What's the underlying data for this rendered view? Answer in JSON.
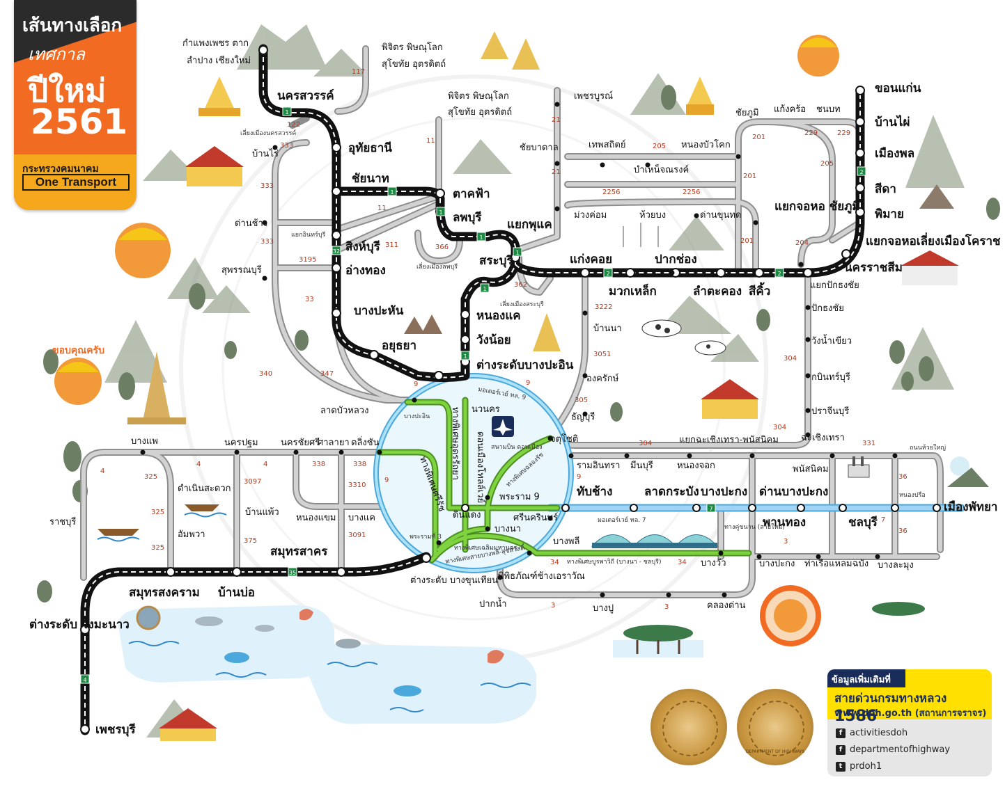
{
  "title": {
    "line1": "เส้นทางเลือก",
    "line2": "เทศกาล",
    "line3": "ปีใหม่",
    "line4": "2561",
    "ministry": "กระทรวงคมนาคม",
    "brand": "One Transport"
  },
  "greeting": "ขอบคุณครับ",
  "colors": {
    "main_route": "#111111",
    "alt_route": "#9a9a9a",
    "ring": "#aee3f7",
    "ring_edge": "#4aa8dc",
    "motorway": "#7fd340",
    "motorway7": "#9fd2f3",
    "route_number": "#b33a1e",
    "title_orange": "#f26b22",
    "info_yellow": "#ffe000"
  },
  "places": {
    "kamphaeng": "กำแพงเพชร ตาก",
    "lampang": "ลำปาง เชียงใหม่",
    "phichit1": "พิจิตร พิษณุโลก",
    "sukhothai1": "สุโขทัย อุตรดิตถ์",
    "phichit2": "พิจิตร พิษณุโลก",
    "sukhothai2": "สุโขทัย อุตรดิตถ์",
    "phetchabun": "เพชรบูรณ์",
    "nakhonsawan": "นครสวรรค์",
    "bypass_nakhonsawan": "เลี่ยงเมืองนครสวรรค์",
    "uthai": "อุทัยธานี",
    "banrai": "บ้านไร่",
    "chainat": "ชัยนาท",
    "takfa": "ตาคฟ้า",
    "lopburi": "ลพบุรี",
    "yaekphukhae": "แยกพุแค",
    "chaibadan": "ชัยบาดาล",
    "thepsathit": "เทพสถิตย์",
    "nongbuakhok": "หนองบัวโคก",
    "bamnetnarong": "บำเหน็จณรงค์",
    "chaiyaphum": "ชัยภูมิ",
    "kaengkhro": "แก้งคร้อ",
    "chonnabot": "ชนบท",
    "khonkaen": "ขอนแก่น",
    "banphai": "บ้านไผ่",
    "muangphon": "เมืองพล",
    "sida": "สีดา",
    "phimai": "พิมาย",
    "yaekchaiyaphum": "แยกจอหอ ชัยภูมิ",
    "bypass_korat": "แยกจอหอเลี่ยงเมืองโคราช",
    "nakhonratchasima": "นครราชสีมา",
    "yaekpakthongchai": "แยกปักธงชัย",
    "pakthongchai": "ปักธงชัย",
    "wangnamkhiao": "วังน้ำเขียว",
    "kabinburi": "กบินทร์บุรี",
    "prachinburi": "ปราจีนบุรี",
    "chachoengsao": "ฉะเชิงเทรา",
    "yaekchachoengsao": "แยกฉะเชิงเทรา-พนัสนิคม",
    "dankhuntot": "ด่านขุนทด",
    "huaibong": "ห้วยบง",
    "muangkhom": "ม่วงค่อม",
    "kaengkhoi": "แก่งคอย",
    "pakchong": "ปากช่อง",
    "muaklek": "มวกเหล็ก",
    "lamtakhong": "ลำตะคอง",
    "sikhio": "สีคิ้ว",
    "saraburi": "สระบุรี",
    "bypass_saraburi": "เลี่ยงเมืองสระบุรี",
    "bypass_lopburi": "เลี่ยงเมืองลพบุรี",
    "singburi": "สิงห์บุรี",
    "angthong": "อ่างทอง",
    "yaekinburi": "แยกอินทร์บุรี",
    "danchang": "ด่านช้าง",
    "suphanburi": "สุพรรณบุรี",
    "bangpahan": "บางปะหัน",
    "ayutthaya": "อยุธยา",
    "nongkhae": "หนองแค",
    "wangnoi": "วังน้อย",
    "bangpain": "ต่างระดับบางปะอิน",
    "bannaa": "บ้านนา",
    "ongkharak": "องครักษ์",
    "thanyaburi": "ธัญบุรี",
    "latbualuang": "ลาดบัวหลวง",
    "bangpain_small": "บางปะอิน",
    "navanakorn": "นวนคร",
    "donmueang_airport": "สนามบิน ดอนเมือง",
    "tollway": "ดอนเมืองโทลล์เวย์",
    "udonratthaya": "ทางพิเศษอุดรรัถยา",
    "chatuchot": "จตุโชติ",
    "chalongrat": "ทางพิเศษฉลองรัช",
    "sirat": "ทางพิเศษศรีรัช",
    "ramintra": "รามอินทรา",
    "minburi": "มีนบุรี",
    "nongchok": "หนองจอก",
    "thapchang": "ทับช้าง",
    "latkrabang": "ลาดกระบัง",
    "bangpakong": "บางปะกง",
    "danbangpakong": "ด่านบางปะกง",
    "panasnikhom": "พนัสนิคม",
    "thanonhuaiyai": "ถนนห้วยใหญ่",
    "nongprue": "หนองปรือ",
    "pattaya": "เมืองพัทยา",
    "phanthong": "พานทอง",
    "chonburi": "ชลบุรี",
    "bangpakong2": "บางปะกง",
    "thaluemlaemchabang": "ท่าเรือแหลมฉบัง",
    "banglamung": "บางละมุง",
    "bangwua": "บางวัว",
    "klongdan": "คลองด่าน",
    "bangpu": "บางปู",
    "paknam": "ปากน้ำ",
    "erawan": "พิพิธภัณฑ์ช้างเอราวัณ",
    "bangna_chonburi_exp": "ทางพิเศษบูรพาวิถี (บางนา - ชลบุรี)",
    "bangphli": "บางพลี",
    "motorway7": "มอเตอร์เวย์ ทล. 7",
    "motorway9": "มอเตอร์เวย์ ทล. 9",
    "siwat": "ศรีนครินทร์",
    "bangna": "บางนา",
    "rama9": "พระราม 9",
    "dindaeng": "ดินแดง",
    "rama3": "พระรามที่ 3",
    "chaloemmahanakhon": "ทางพิเศษเฉลิมมหานคร",
    "bangphli_suksawat": "ทางพิเศษสายบางพลี-สุขสวัสดิ์",
    "bangkhunthian": "ต่างระดับ บางขุนเทียน",
    "samutsakhon": "สมุทรสาคร",
    "samutsongkhram": "สมุทรสงคราม",
    "banbo": "บ้านบ่อ",
    "wangmanao": "ต่างระดับ วังมะนาว",
    "phetchaburi": "เพชรบุรี",
    "ratchaburi": "ราชบุรี",
    "damnoen": "ดำเนินสะดวก",
    "ampawa": "อัมพวา",
    "banphaeo": "บ้านแพ้ว",
    "nongkhaem": "หนองแขม",
    "bangkhae": "บางแค",
    "bangphae": "บางแพ",
    "nakhonpathom": "นครปฐม",
    "nakhonchaisri": "นครชัยศรี",
    "salaya": "ศาลายา",
    "talingchan": "ตลิ่งชัน",
    "newroad": "ทางคู่ขนาน (สายใหม่)"
  },
  "route_numbers": [
    "117",
    "122",
    "333",
    "333",
    "333",
    "11",
    "21",
    "21",
    "205",
    "201",
    "229",
    "229",
    "205",
    "2256",
    "2256",
    "201",
    "204",
    "3195",
    "311",
    "366",
    "362",
    "11",
    "33",
    "3222",
    "3051",
    "305",
    "304",
    "304",
    "304",
    "331",
    "347",
    "340",
    "9",
    "9",
    "9",
    "9",
    "4",
    "4",
    "338",
    "338",
    "3310",
    "3097",
    "375",
    "3091",
    "325",
    "325",
    "325",
    "4",
    "36",
    "36",
    "7",
    "3",
    "34",
    "34",
    "3",
    "3",
    "201"
  ],
  "motorway_shields": [
    "1",
    "1",
    "1",
    "1",
    "32",
    "1",
    "1",
    "2",
    "2",
    "2",
    "1",
    "1",
    "7",
    "35",
    "4"
  ],
  "info": {
    "more_info": "ข้อมูลเพิ่มเติมที่",
    "hotline_label": "สายด่วนกรมทางหลวง",
    "hotline_number": "1586",
    "website": "www.doh.go.th (สถานการจราจร)",
    "facebook1": "activitiesdoh",
    "facebook2": "departmentofhighway",
    "twitter": "prdoh1"
  },
  "seal_label": "DEPARTMENT OF HIGHWAYS"
}
